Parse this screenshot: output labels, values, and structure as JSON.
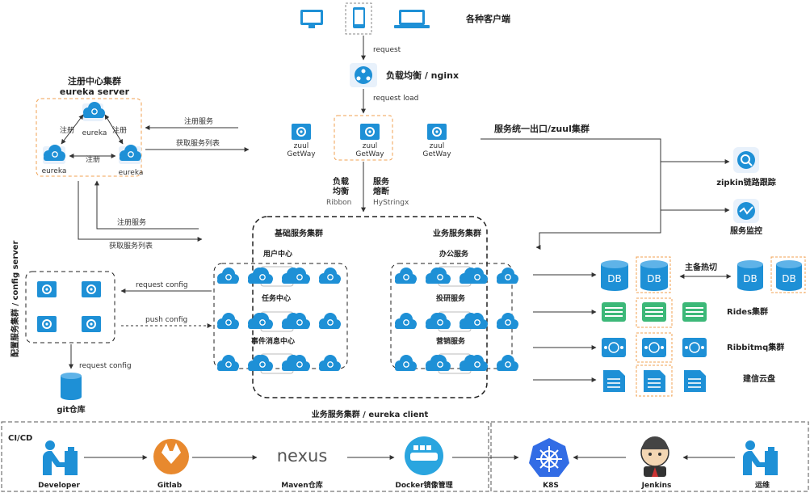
{
  "clients": {
    "label": "各种客户端"
  },
  "gateway": {
    "request": "request",
    "lb_label": "负载均衡 / nginx",
    "request_load": "request load",
    "zuul_cluster": "服务统一出口/zuul集群",
    "node_line1": "zuul",
    "node_line2": "GetWay"
  },
  "registry": {
    "title_line1": "注册中心集群",
    "title_line2": "eureka server",
    "node_top": "eureka",
    "node_left": "eureka",
    "node_right": "eureka",
    "register": "注册",
    "register_service": "注册服务",
    "fetch_list": "获取服务列表"
  },
  "lb": {
    "ribbon_cn1": "负载",
    "ribbon_cn2": "均衡",
    "ribbon": "Ribbon",
    "hystrix_cn1": "服务",
    "hystrix_cn2": "熔断",
    "hystrix": "HyStringx"
  },
  "services": {
    "base_cluster": "基础服务集群",
    "biz_cluster": "业务服务集群",
    "user_center": "用户中心",
    "task_center": "任务中心",
    "event_center": "事件消息中心",
    "office": "办公服务",
    "research": "投研服务",
    "marketing": "营销服务",
    "bottom_label": "业务服务集群 / eureka client"
  },
  "config": {
    "vertical_label": "配置服务集群 / config server",
    "request_config": "request config",
    "push_config": "push config",
    "request_config2": "request config",
    "git": "git仓库"
  },
  "monitoring": {
    "zipkin": "zipkin链路跟踪",
    "monitor": "服务监控"
  },
  "storage": {
    "db": "DB",
    "failover": "主备热切",
    "redis": "Rides集群",
    "rabbitmq": "Ribbitmq集群",
    "cloud": "建信云盘"
  },
  "cicd": {
    "title": "CI/CD",
    "developer": "Developer",
    "gitlab": "Gitlab",
    "nexus_logo": "nexus",
    "maven": "Maven仓库",
    "docker": "Docker镜像管理",
    "k8s": "K8S",
    "jenkins": "Jenkins",
    "ops": "运维"
  },
  "colors": {
    "accent": "#1e90d6",
    "orange": "#f0a050",
    "green": "#3cb878",
    "dark": "#333333"
  }
}
